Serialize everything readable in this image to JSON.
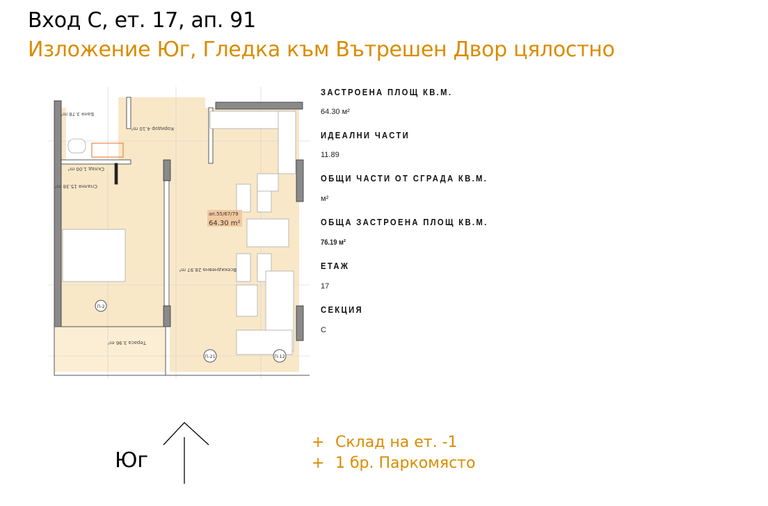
{
  "header": {
    "title": "Вход С, ет. 17, ап. 91",
    "subtitle": "Изложение Юг, Гледка към Вътрешен Двор цялостно"
  },
  "colors": {
    "accent": "#d98c00",
    "floor": "#f8e8c8",
    "wall": "#7a7a7a"
  },
  "plan": {
    "apartment_label": "ап.55/67/79",
    "area_label": "64.30 m²",
    "rooms": [
      "Баня 3.78 m²",
      "Коридор 4.10 m²",
      "Склад 1.00 m²",
      "Спалня 15.38 m²",
      "Всекидневна 28.97 m²",
      "Тераса 3.96 m²"
    ],
    "markers": [
      "П-2",
      "П-21",
      "П-12"
    ]
  },
  "specs": [
    {
      "label": "ЗАСТРОЕНА ПЛОЩ КВ.М.",
      "value": "64.30",
      "unit": "м²"
    },
    {
      "label": "ИДЕАЛНИ ЧАСТИ",
      "value": "11.89",
      "unit": ""
    },
    {
      "label": "ОБЩИ ЧАСТИ ОТ СГРАДА КВ.М.",
      "value": "",
      "unit": "м²"
    },
    {
      "label": "ОБЩА ЗАСТРОЕНА ПЛОЩ КВ.М.",
      "value": "76.19",
      "unit": "м²"
    },
    {
      "label": "ЕТАЖ",
      "value": "17",
      "unit": ""
    },
    {
      "label": "СЕКЦИЯ",
      "value": "C",
      "unit": ""
    }
  ],
  "orientation": {
    "label": "Юг",
    "icon": "north-arrow-icon"
  },
  "extras": [
    {
      "prefix": "+",
      "text": "Склад на ет. -1"
    },
    {
      "prefix": "+",
      "text": "1 бр. Паркомясто"
    }
  ]
}
